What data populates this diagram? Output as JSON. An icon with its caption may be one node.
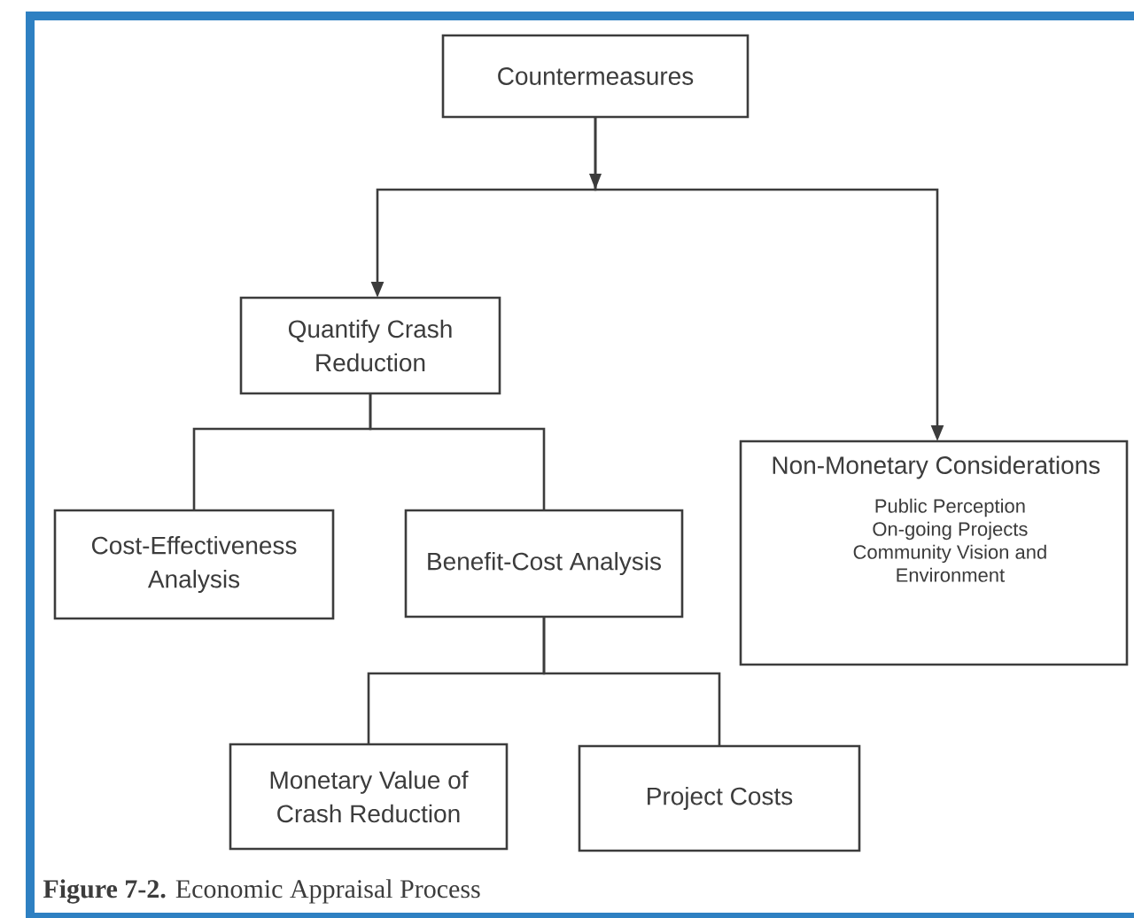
{
  "diagram": {
    "caption": "**Figure 7-2.** Economic Appraisal Process",
    "nodes": [
      {
        "text": [
          "Countermeasures"
        ]
      },
      {
        "text": [
          "Quantify Crash Reduction"
        ]
      },
      {
        "text": [
          "Cost-Effectiveness Analysis"
        ]
      },
      {
        "text": [
          "Benefit-Cost Analysis"
        ]
      },
      {
        "text": [
          "Non-Monetary Considerations",
          "Public Perception",
          "On-going Projects",
          "Community Vision and Environment"
        ]
      },
      {
        "text": [
          "Monetary Value of Crash Reduction"
        ]
      },
      {
        "text": [
          "Project Costs"
        ]
      }
    ],
    "edges": [
      {
        "from": 0,
        "to": 1,
        "arrow": "to"
      },
      {
        "from": 0,
        "to": 4,
        "arrow": "to"
      },
      {
        "from": 1,
        "to": 2,
        "arrow": "none"
      },
      {
        "from": 1,
        "to": 3,
        "arrow": "none"
      },
      {
        "from": 3,
        "to": 5,
        "arrow": "none"
      },
      {
        "from": 3,
        "to": 6,
        "arrow": "none"
      }
    ]
  }
}
